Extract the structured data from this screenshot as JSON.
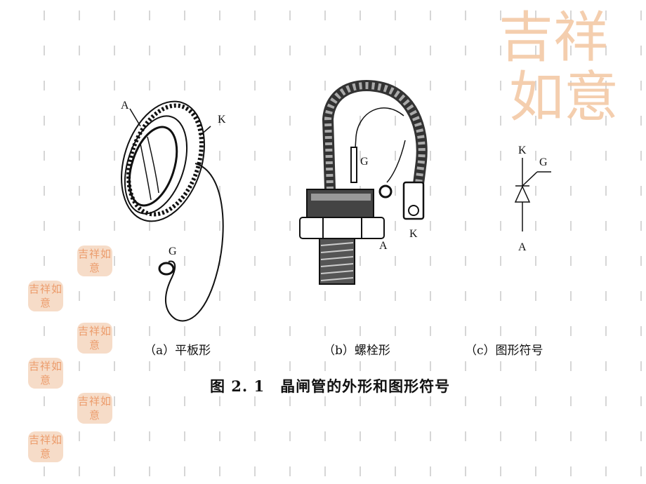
{
  "figure_title": "图 2. 1　晶闸管的外形和图形符号",
  "seal_text": "吉祥如意",
  "panels": [
    {
      "caption": "（a）平板形",
      "labels": {
        "anode": "A",
        "cathode": "K",
        "gate": "G"
      }
    },
    {
      "caption": "（b）螺栓形",
      "labels": {
        "anode": "A",
        "cathode": "K",
        "gate": "G"
      }
    },
    {
      "caption": "（c）图形符号",
      "labels": {
        "anode": "A",
        "cathode": "K",
        "gate": "G"
      }
    }
  ],
  "colors": {
    "seal": "#f6dcc8",
    "seal_text": "#ec9c6c",
    "guides": "#d6d6d6"
  }
}
